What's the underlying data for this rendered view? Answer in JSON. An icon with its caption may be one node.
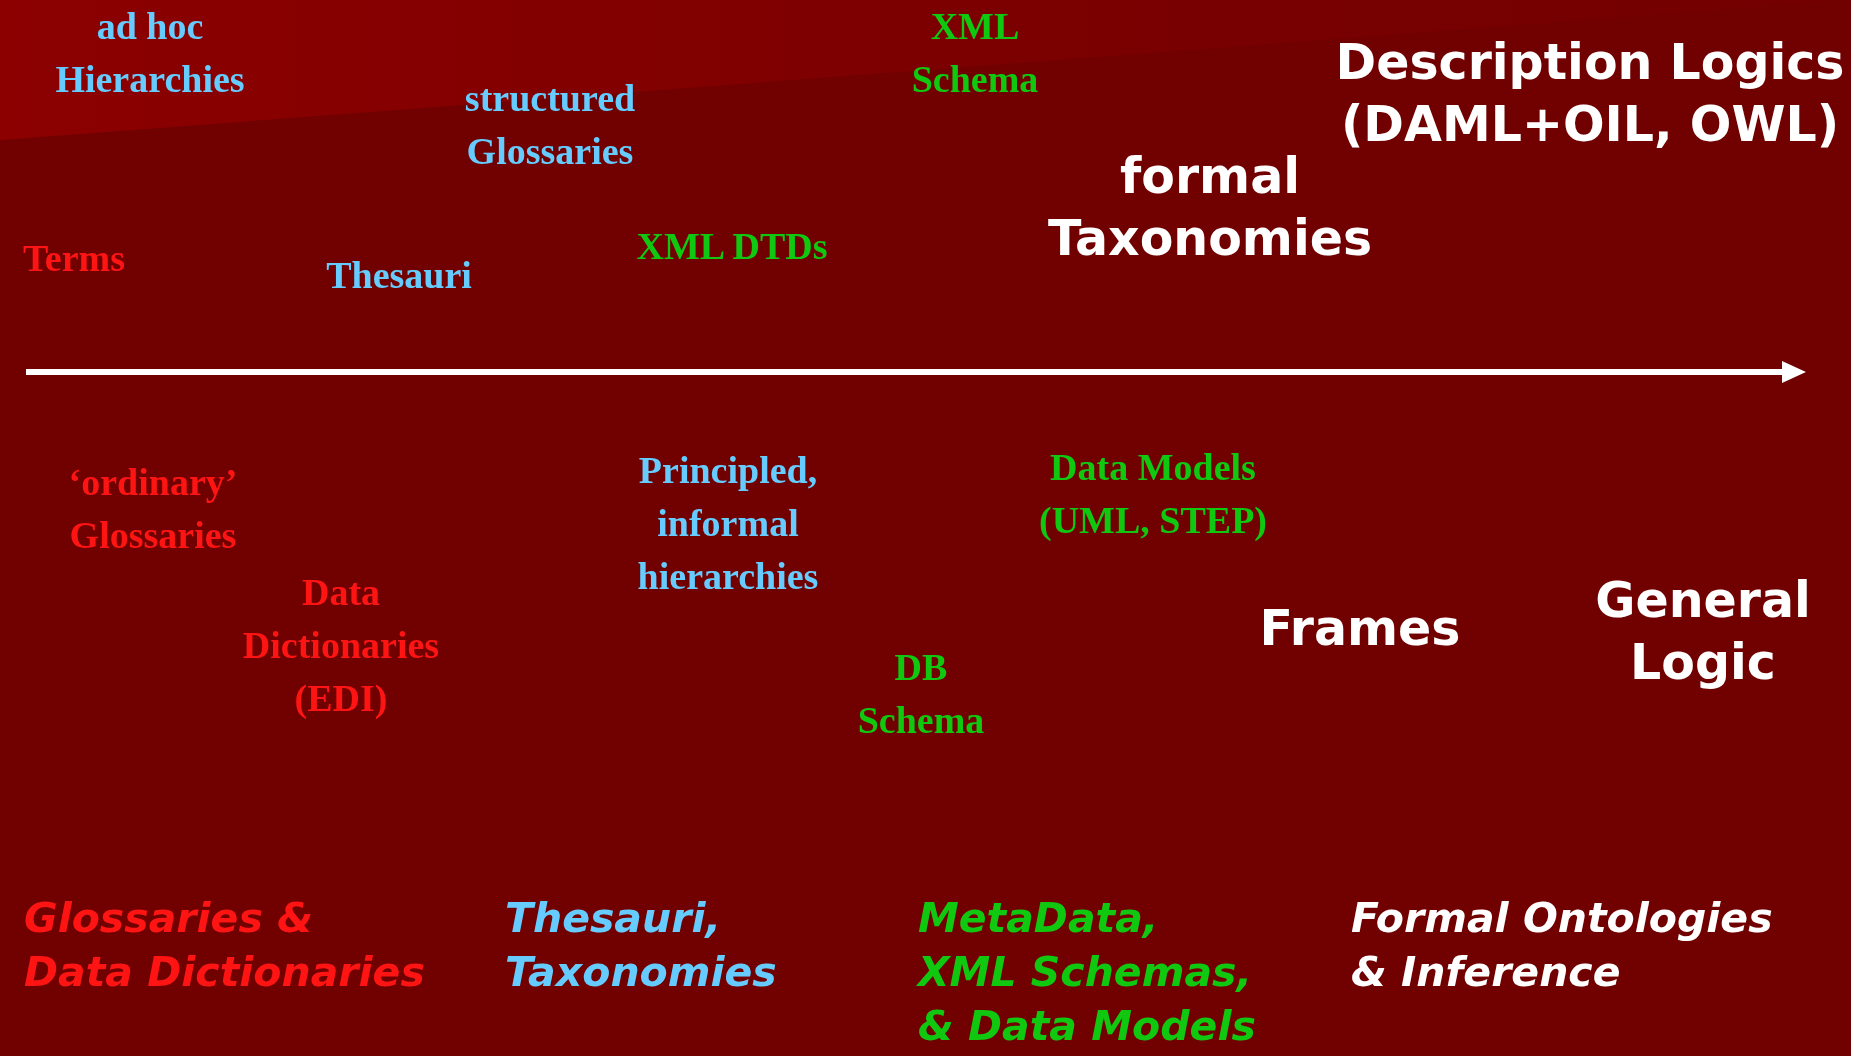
{
  "diagram": {
    "labels": [
      "ad hoc Hierarchies",
      "XML Schema",
      "structured Glossaries",
      "Description Logics (DAML+OIL, OWL)",
      "formal Taxonomies",
      "Terms",
      "XML DTDs",
      "Thesauri",
      "‘ordinary’ Glossaries",
      "Data Models (UML, STEP)",
      "Principled, informal hierarchies",
      "Data Dictionaries (EDI)",
      "General Logic",
      "Frames",
      "DB Schema",
      "Glossaries & Data Dictionaries",
      "Thesauri, Taxonomies",
      "MetaData, XML Schemas, & Data Models",
      "Formal Ontologies & Inference"
    ]
  }
}
